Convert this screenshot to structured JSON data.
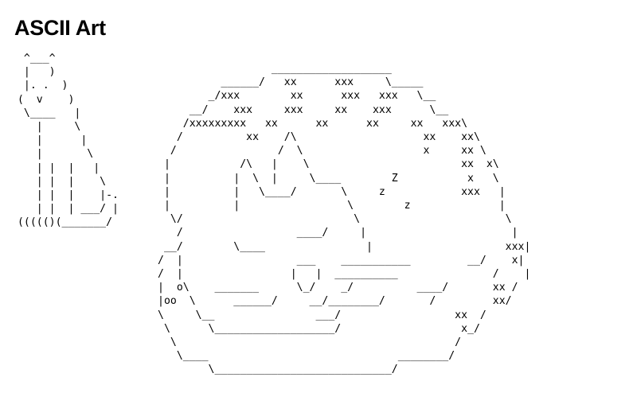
{
  "page": {
    "title": "ASCII Art"
  },
  "art": {
    "cat": "  ^___^\n  |   )\n  |. .  )\n (  v    )\n  \\____   |\n    |     \\\n    |      |\n    |       \\\n    | |  |   |\n    | |  |    \\\n    | |  |    |-.\n    | |  | ___/ |\n ((((()(_______/",
    "fishbowl": "                  ___________________\n          ______/   xx      xxx     \\_____\n        _/xxx        xx      xxx   xxx   \\__\n     __/    xxx     xxx     xx    xxx      \\__\n    /xxxxxxxxx   xx      xx      xx     xx   xxx\\\n   /          xx    /\\                    xx    xx\\\n  /                /  \\                   x     xx \\\n |           /\\   |    \\                        xx  x\\\n |          |  \\  |     \\____        Z           x   \\\n |          |   \\____/       \\     z            xxx   |\n |          |                 \\        z              |\n  \\/                           \\                       \\\n   /                  ____/     |                       |\n __/        \\____                |                     xxx|\n/  |                  ___    ___________         __/    x|\n/  |                 |   |  __________               /    |\n|  o\\    _______      \\_/    _/          ____/       xx /\n|oo  \\      ______/     __/________/       /         xx/\n\\     \\__                ___/                  xx  /\n \\      \\___________________/                   x_/\n  \\                                            /\n   \\____                              ________/\n        \\____________________________/"
  }
}
